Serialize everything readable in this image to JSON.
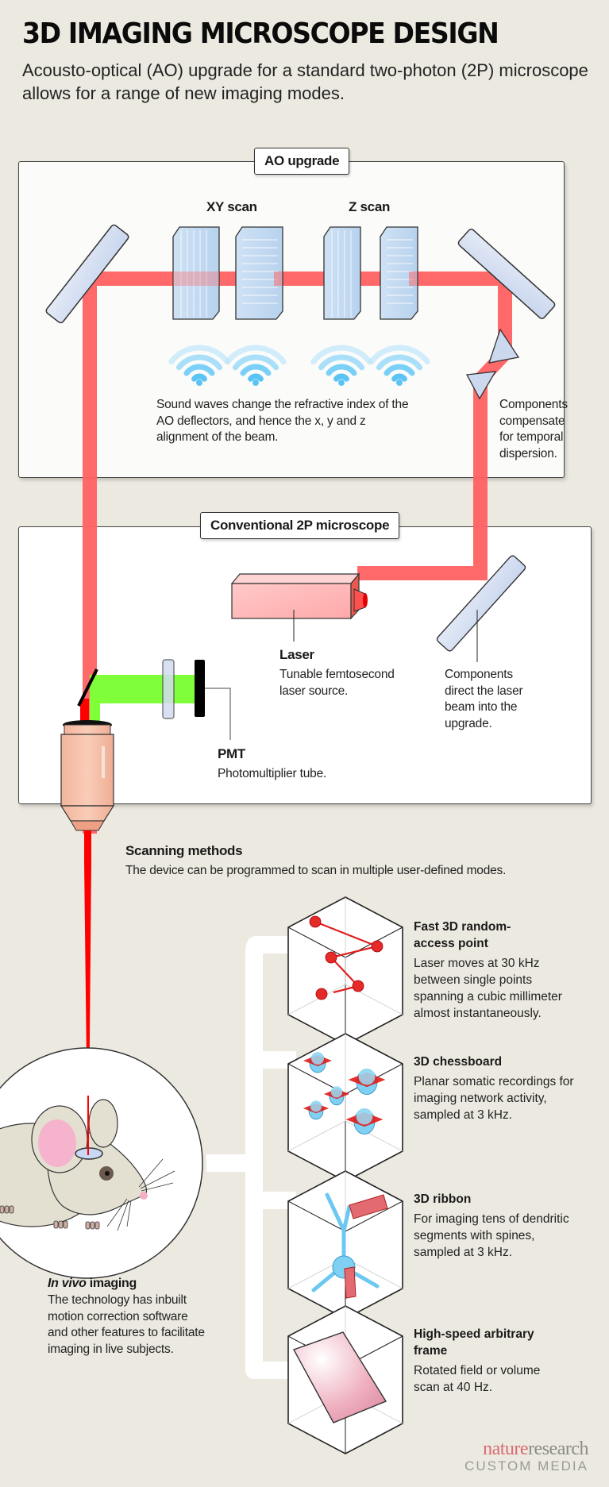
{
  "header": {
    "title": "3D IMAGING MICROSCOPE DESIGN",
    "subtitle": "Acousto-optical (AO) upgrade for a standard two-photon (2P) microscope allows for a range of new imaging modes."
  },
  "ao_upgrade": {
    "tag": "AO upgrade",
    "xy_scan_label": "XY scan",
    "z_scan_label": "Z scan",
    "sound_waves_text": "Sound waves change the refractive index of the AO deflectors, and hence the x, y and z alignment of the beam.",
    "prisms_text": "Components compensate for temporal dispersion."
  },
  "conventional": {
    "tag": "Conventional 2P microscope",
    "laser_title": "Laser",
    "laser_desc": "Tunable femtosecond laser source.",
    "mirror_desc": "Components direct the laser beam into the upgrade.",
    "pmt_title": "PMT",
    "pmt_desc": "Photomultiplier tube."
  },
  "scanning": {
    "title": "Scanning methods",
    "desc": "The device can be programmed to scan in multiple user-defined modes.",
    "modes": [
      {
        "title": "Fast 3D random-access point",
        "desc": "Laser moves at 30 kHz between single points spanning a cubic millimeter almost instantaneously."
      },
      {
        "title": "3D chessboard",
        "desc": "Planar somatic recordings for imaging network activity, sampled at 3 kHz."
      },
      {
        "title": "3D ribbon",
        "desc": "For imaging tens of dendritic segments with spines, sampled at 3 kHz."
      },
      {
        "title": "High-speed arbitrary frame",
        "desc": "Rotated field or volume scan at 40 Hz."
      }
    ]
  },
  "in_vivo": {
    "title_italic": "In vivo",
    "title_rest": " imaging",
    "desc": "The technology has inbuilt motion correction software and other features to facilitate imaging in live subjects."
  },
  "brand": {
    "part1": "nature",
    "part2": "research",
    "line2": "CUSTOM MEDIA"
  },
  "colors": {
    "background": "#ECEAE0",
    "beam_red": "#FF6464",
    "beam_bright_red": "#FF0000",
    "fluorescence_green": "#7FFF3A",
    "optic_blue": "#D3DDF0",
    "sound_wave_blue": "#5BC4F5",
    "objective_peach": "#F7BFA8",
    "brand_pink": "#D96A72"
  }
}
